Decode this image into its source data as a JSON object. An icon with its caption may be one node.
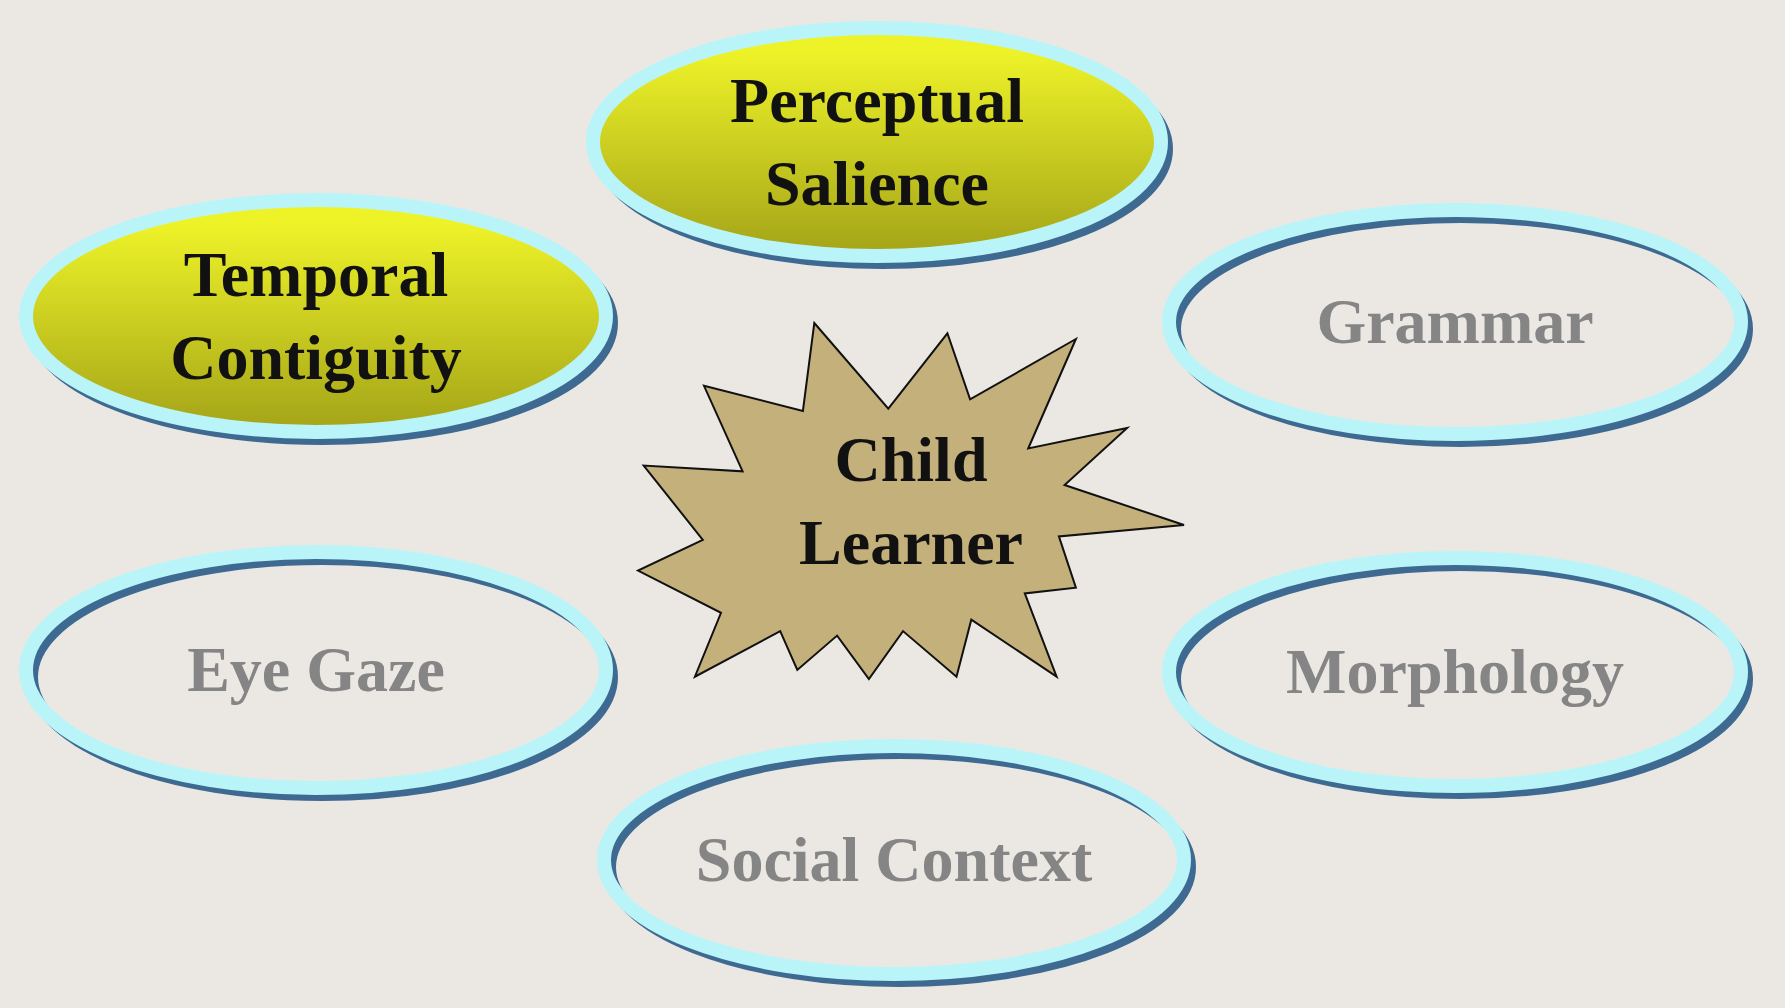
{
  "diagram": {
    "nodes": [
      {
        "text": [
          "Perceptual Salience"
        ]
      },
      {
        "text": [
          "Temporal Contiguity"
        ]
      },
      {
        "text": [
          "Grammar"
        ]
      },
      {
        "text": [
          "Child Learner"
        ]
      },
      {
        "text": [
          "Eye Gaze"
        ]
      },
      {
        "text": [
          "Morphology"
        ]
      },
      {
        "text": [
          "Social Context"
        ]
      }
    ]
  }
}
